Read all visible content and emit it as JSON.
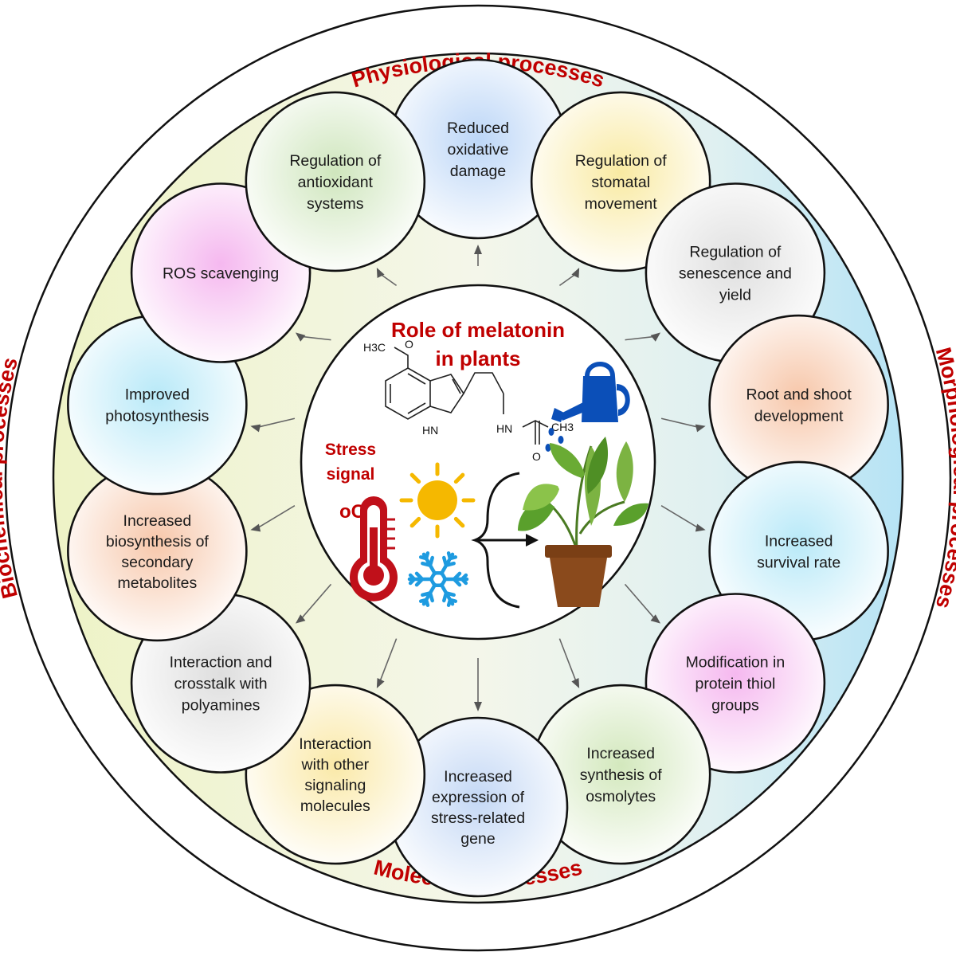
{
  "center": {
    "title_line1": "Role of melatonin",
    "title_line2": "in plants",
    "stress_line1": "Stress",
    "stress_line2": "signal",
    "temperature_unit": "oC"
  },
  "chemical": {
    "methoxy": "H3C",
    "oxygen": "O",
    "ring_nh": "HN",
    "amide_nh": "HN",
    "methyl": "CH3",
    "carbonyl_o": "O"
  },
  "ring_labels": {
    "top": "Physiological processes",
    "right": "Morphological processes",
    "bottom": "Molecular processes",
    "left": "Biochemical processes"
  },
  "colors": {
    "ring_label": "#c00000",
    "title": "#c00000",
    "watering_can": "#0b4fb8",
    "sun": "#f5b800",
    "snowflake": "#1e9be0",
    "thermometer": "#c0101a",
    "pot": "#8a4a1c",
    "leaf": "#5aa02c"
  },
  "icons": [
    "molecule-icon",
    "watering-can-icon",
    "plant-icon",
    "sun-icon",
    "snowflake-icon",
    "thermometer-icon",
    "arrow-icon"
  ],
  "nodes": [
    {
      "lines": [
        "Reduced",
        "oxidative",
        "damage"
      ],
      "color": "#bcd6f7"
    },
    {
      "lines": [
        "Regulation of",
        "stomatal",
        "movement"
      ],
      "color": "#f9eaa2"
    },
    {
      "lines": [
        "Regulation of",
        "senescence and",
        "yield"
      ],
      "color": "#e0e0e0"
    },
    {
      "lines": [
        "Root and shoot",
        "development"
      ],
      "color": "#f7c7aa"
    },
    {
      "lines": [
        "Increased",
        "survival rate"
      ],
      "color": "#b8e9f8"
    },
    {
      "lines": [
        "Modification in",
        "protein thiol",
        "groups"
      ],
      "color": "#f5b8ef"
    },
    {
      "lines": [
        "Increased",
        "synthesis of",
        "osmolytes"
      ],
      "color": "#d3e8bd"
    },
    {
      "lines": [
        "Increased",
        "expression of",
        "stress-related",
        "gene"
      ],
      "color": "#c4d8f5"
    },
    {
      "lines": [
        "Interaction",
        "with other",
        "signaling",
        "molecules"
      ],
      "color": "#fae9a8"
    },
    {
      "lines": [
        "Interaction and",
        "crosstalk with",
        "polyamines"
      ],
      "color": "#dedede"
    },
    {
      "lines": [
        "Increased",
        "biosynthesis of",
        "secondary",
        "metabolites"
      ],
      "color": "#f7c7aa"
    },
    {
      "lines": [
        "Improved",
        "photosynthesis"
      ],
      "color": "#b8e9f8"
    },
    {
      "lines": [
        "ROS scavenging"
      ],
      "color": "#f5b8ef"
    },
    {
      "lines": [
        "Regulation of",
        "antioxidant",
        "systems"
      ],
      "color": "#cfe6bd"
    }
  ]
}
